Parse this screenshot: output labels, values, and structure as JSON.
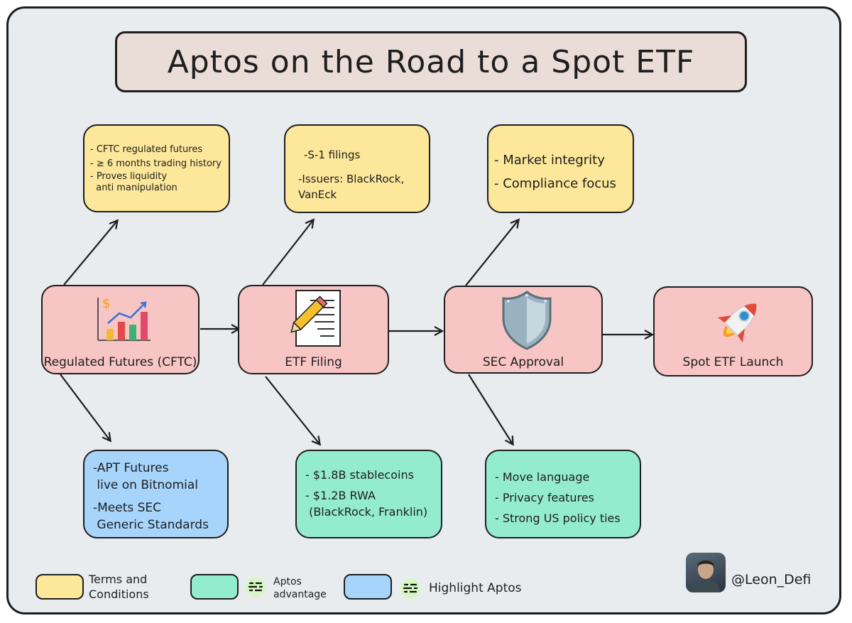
{
  "title": "Aptos on the Road to a Spot ETF",
  "steps": [
    {
      "label": "Regulated Futures (CFTC)",
      "icon": "bar-chart-icon"
    },
    {
      "label": "ETF Filing",
      "icon": "document-pencil-icon"
    },
    {
      "label": "SEC Approval",
      "icon": "shield-icon"
    },
    {
      "label": "Spot ETF Launch",
      "icon": "rocket-icon"
    }
  ],
  "terms": [
    {
      "lines": [
        "- CFTC regulated futures",
        "- ≥ 6 months trading history",
        "- Proves liquidity",
        "  anti manipulation"
      ]
    },
    {
      "lines": [
        "-S-1 filings",
        "-Issuers: BlackRock,",
        "VanEck"
      ]
    },
    {
      "lines": [
        "- Market integrity",
        "- Compliance focus"
      ]
    }
  ],
  "highlights": [
    {
      "lines": [
        "-APT Futures",
        " live on Bitnomial",
        "-Meets SEC",
        " Generic Standards"
      ]
    }
  ],
  "advantages": [
    {
      "lines": [
        "- $1.8B stablecoins",
        "- $1.2B RWA",
        " (BlackRock, Franklin)"
      ]
    },
    {
      "lines": [
        "- Move language",
        "- Privacy features",
        "- Strong US policy ties"
      ]
    }
  ],
  "legend": {
    "terms_line1": "Terms and",
    "terms_line2": "Conditions",
    "advantage_line1": "Aptos",
    "advantage_line2": "advantage",
    "highlight": "Highlight Aptos"
  },
  "author": {
    "handle": "@Leon_Defi"
  },
  "colors": {
    "terms": "#fce79a",
    "step": "#f8c5c5",
    "advantage": "#94eccf",
    "highlight": "#a6d4fb",
    "title_bg": "#eaddd7",
    "background": "#e9ecef"
  }
}
